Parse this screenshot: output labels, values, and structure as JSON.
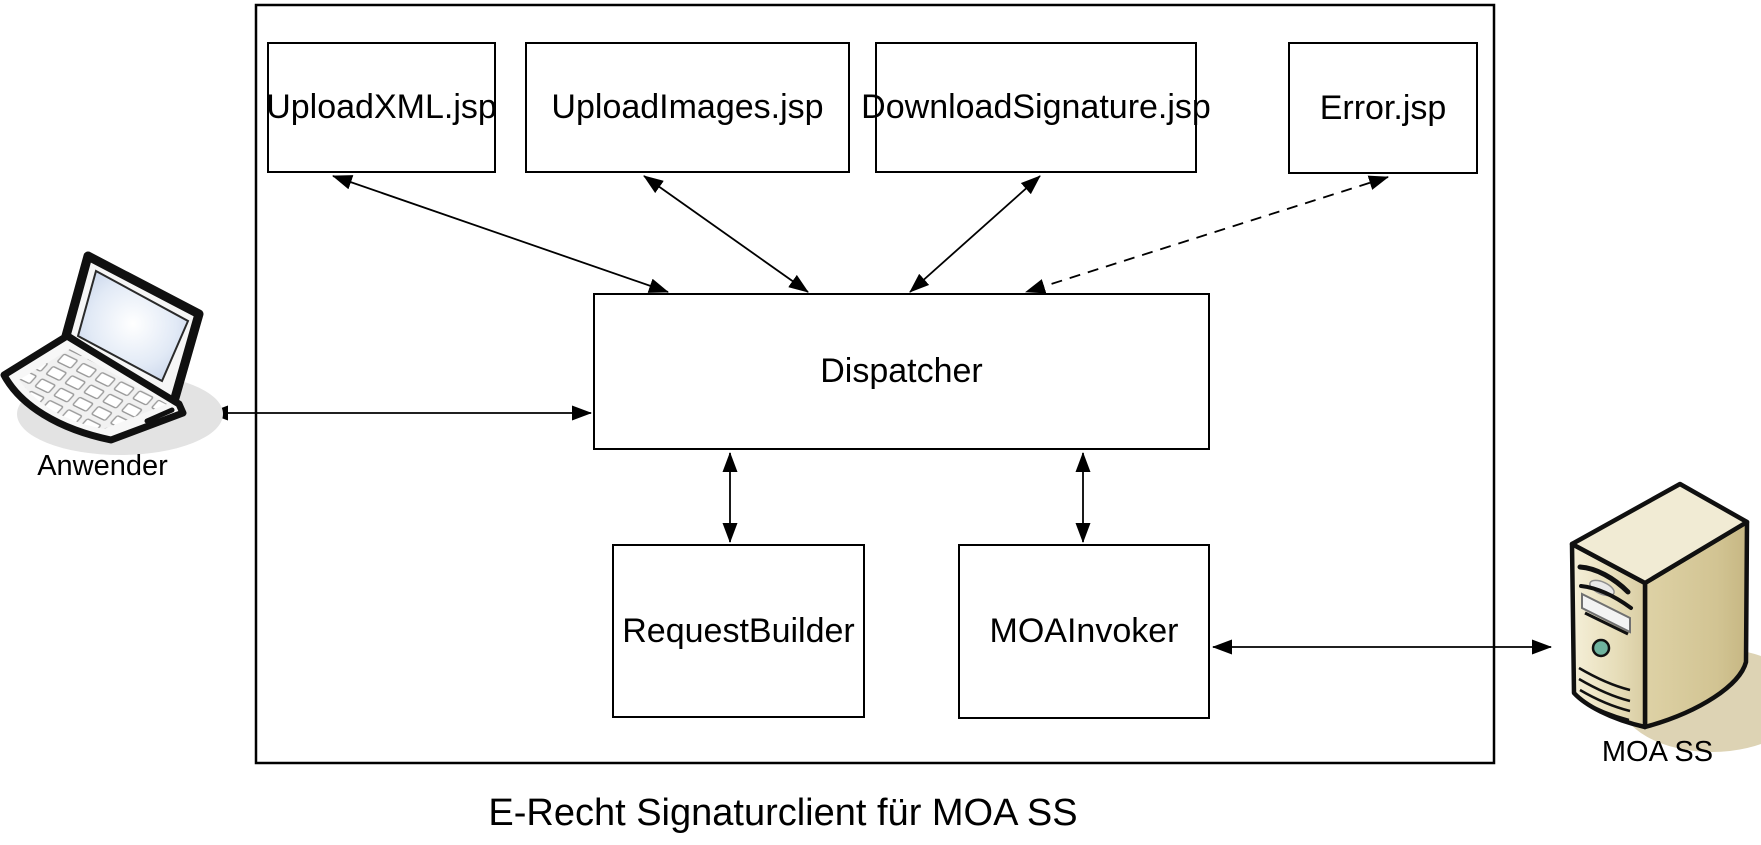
{
  "caption": "E-Recht Signaturclient für MOA SS",
  "nodes": {
    "upload_xml": {
      "label": "UploadXML.jsp"
    },
    "upload_images": {
      "label": "UploadImages.jsp"
    },
    "download_signature": {
      "label": "DownloadSignature.jsp"
    },
    "error": {
      "label": "Error.jsp"
    },
    "dispatcher": {
      "label": "Dispatcher"
    },
    "request_builder": {
      "label": "RequestBuilder"
    },
    "moa_invoker": {
      "label": "MOAInvoker"
    }
  },
  "actors": {
    "user": {
      "label": "Anwender",
      "icon": "laptop-icon"
    },
    "server": {
      "label": "MOA SS",
      "icon": "server-icon"
    }
  },
  "edges": [
    {
      "from": "Anwender",
      "to": "Dispatcher",
      "style": "solid",
      "arrows": "both"
    },
    {
      "from": "UploadXML.jsp",
      "to": "Dispatcher",
      "style": "solid",
      "arrows": "both"
    },
    {
      "from": "UploadImages.jsp",
      "to": "Dispatcher",
      "style": "solid",
      "arrows": "both"
    },
    {
      "from": "DownloadSignature.jsp",
      "to": "Dispatcher",
      "style": "solid",
      "arrows": "both"
    },
    {
      "from": "Error.jsp",
      "to": "Dispatcher",
      "style": "dashed",
      "arrows": "both"
    },
    {
      "from": "Dispatcher",
      "to": "RequestBuilder",
      "style": "solid",
      "arrows": "both"
    },
    {
      "from": "Dispatcher",
      "to": "MOAInvoker",
      "style": "solid",
      "arrows": "both"
    },
    {
      "from": "MOAInvoker",
      "to": "MOA SS",
      "style": "solid",
      "arrows": "both"
    }
  ],
  "colors": {
    "line": "#000000",
    "box_fill": "#ffffff",
    "server_front_beige": "#e7deba",
    "server_side_beige": "#d2c493",
    "server_top_beige": "#f1ebd4",
    "power_button_teal": "#6fb39e",
    "laptop_screen_blue": "#d9e3f2",
    "shadow_gray": "#e3e3e3",
    "server_shadow_tan": "#ddd3b4"
  }
}
